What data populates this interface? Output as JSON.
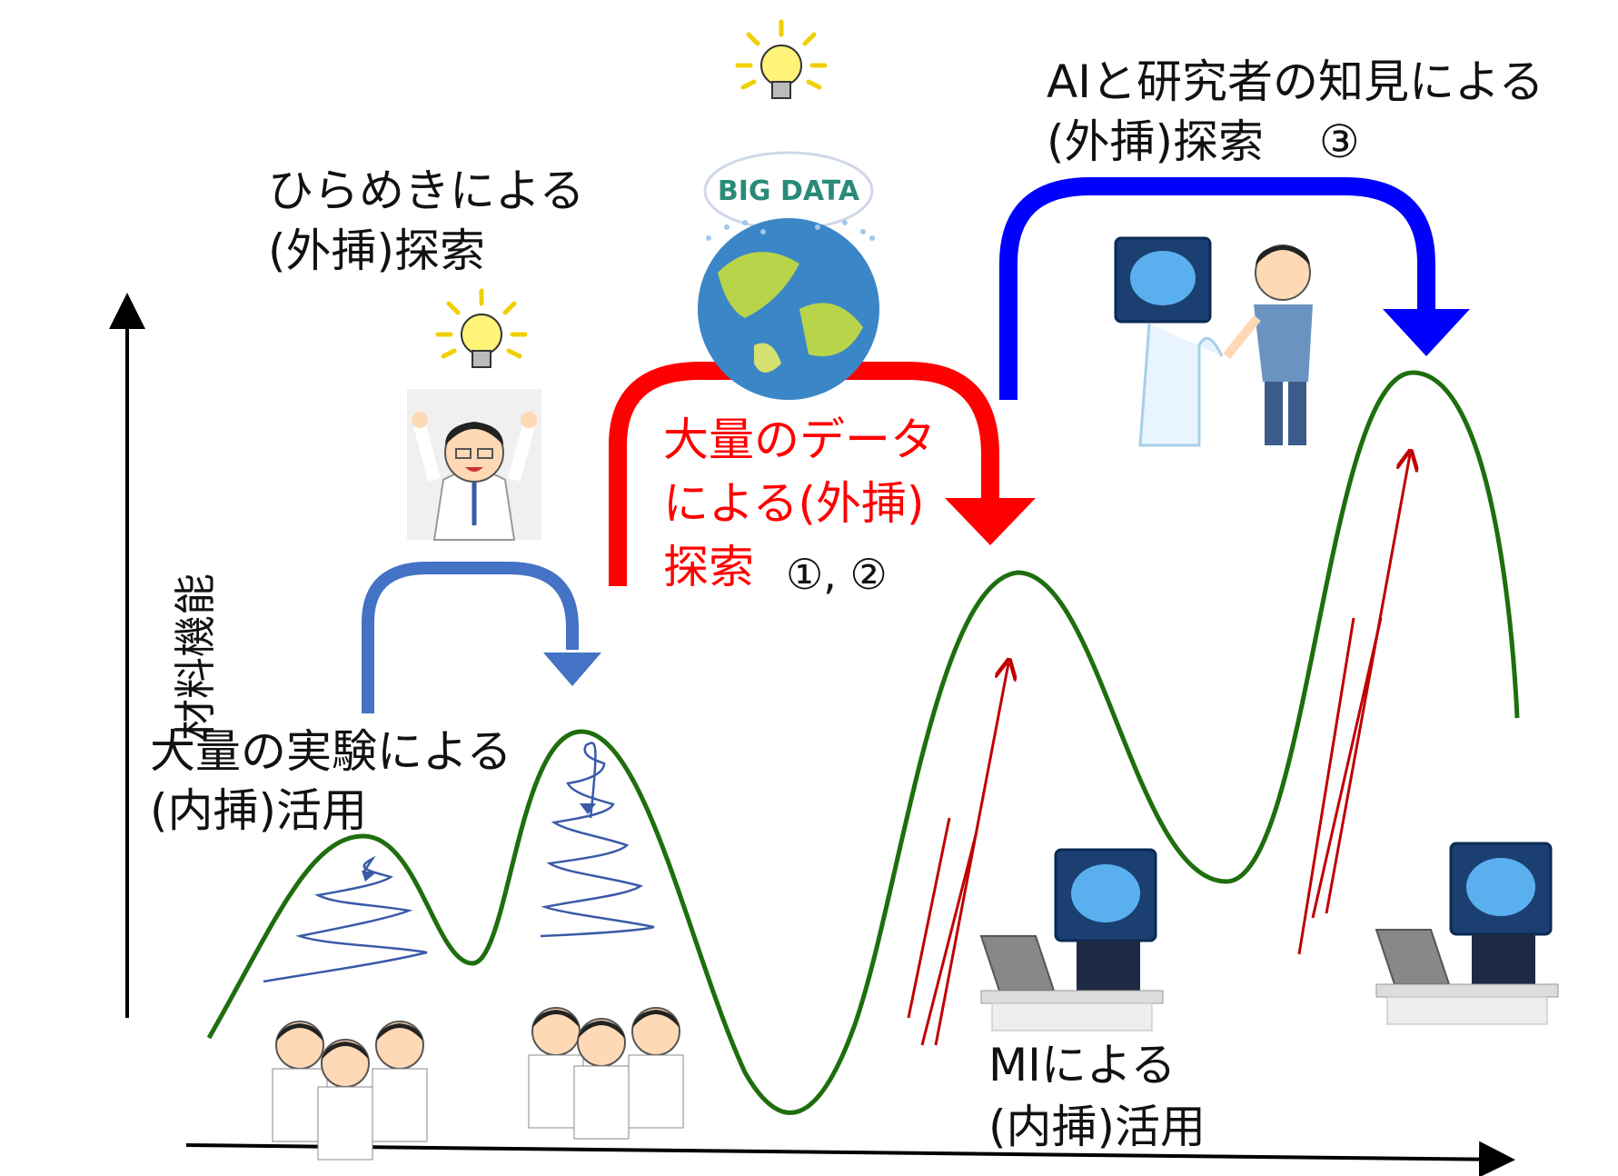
{
  "labels": {
    "yaxis": "材料機能",
    "hirameki_1": "ひらめきによる",
    "hirameki_2": "(外挿)探索",
    "experiments_1": "大量の実験による",
    "experiments_2": "(内挿)活用",
    "data_1": "大量のデータ",
    "data_2": "による(外挿)",
    "data_3": "探索",
    "data_refs": "①, ②",
    "ai_1": "AIと研究者の知見による",
    "ai_2": "(外挿)探索",
    "ai_ref": "③",
    "mi_1": "MIによる",
    "mi_2": "(内挿)活用",
    "bigdata": "BIG DATA"
  },
  "colors": {
    "curve": "#1e6e0e",
    "blue_arrow_light": "#4472c4",
    "blue_arrow_dark": "#0000ff",
    "red_arrow": "#ff0000",
    "thin_red": "#c00000",
    "spiral": "#3a5aa8"
  },
  "icons": [
    "lightbulb-icon",
    "scientist-icon",
    "bigdata-earth-icon",
    "ai-handshake-icon",
    "ai-computer-icon",
    "researchers-group-icon"
  ]
}
